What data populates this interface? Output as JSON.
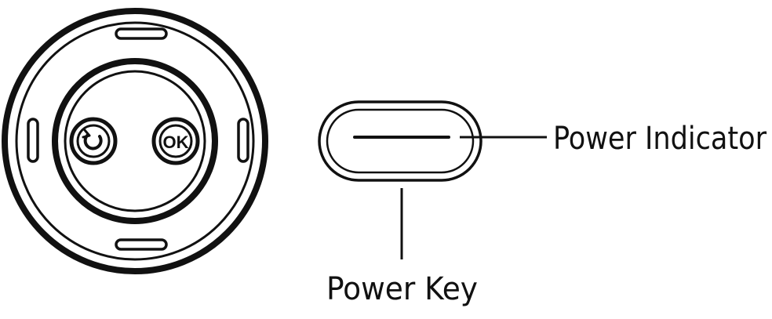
{
  "labels": {
    "power_indicator": "Power Indicator",
    "power_key": "Power Key"
  },
  "buttons": {
    "ok": "OK"
  },
  "colors": {
    "ink": "#111111",
    "background": "#ffffff"
  }
}
